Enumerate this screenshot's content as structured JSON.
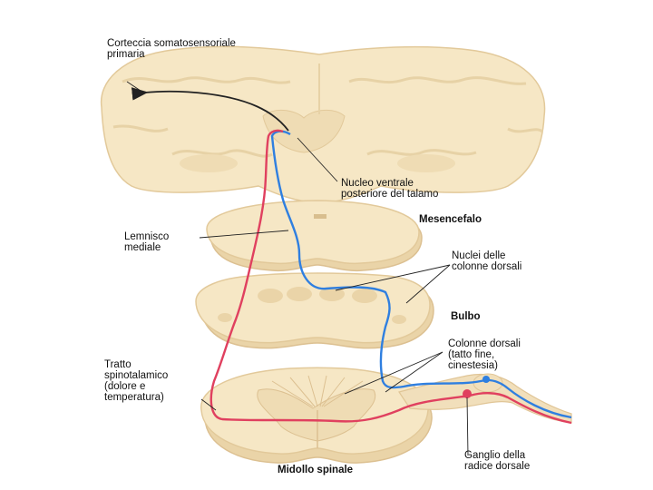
{
  "labels": {
    "cortex": "Corteccia somatosensoriale\nprimaria",
    "thalamus": "Nucleo ventrale\nposteriore del talamo",
    "mesencephalon": "Mesencefalo",
    "medial_lemniscus": "Lemnisco\nmediale",
    "dorsal_column_nuclei": "Nuclei delle\ncolonne dorsali",
    "medulla": "Bulbo",
    "dorsal_columns": "Colonne dorsali\n(tatto fine,\ncinestesia)",
    "spinothalamic_tract": "Tratto\nspinotalamico\n(dolore e\ntemperatura)",
    "dorsal_root_ganglion": "Ganglio della\nradice dorsale",
    "spinal_cord": "Midollo spinale"
  },
  "colors": {
    "tissue": "#f6e7c5",
    "tissue_shade": "#ead4a8",
    "outline": "#d9c095",
    "spinothalamic_pathway": "#e0405f",
    "dorsal_column_pathway": "#2f7fe0",
    "leader_line": "#222222"
  }
}
